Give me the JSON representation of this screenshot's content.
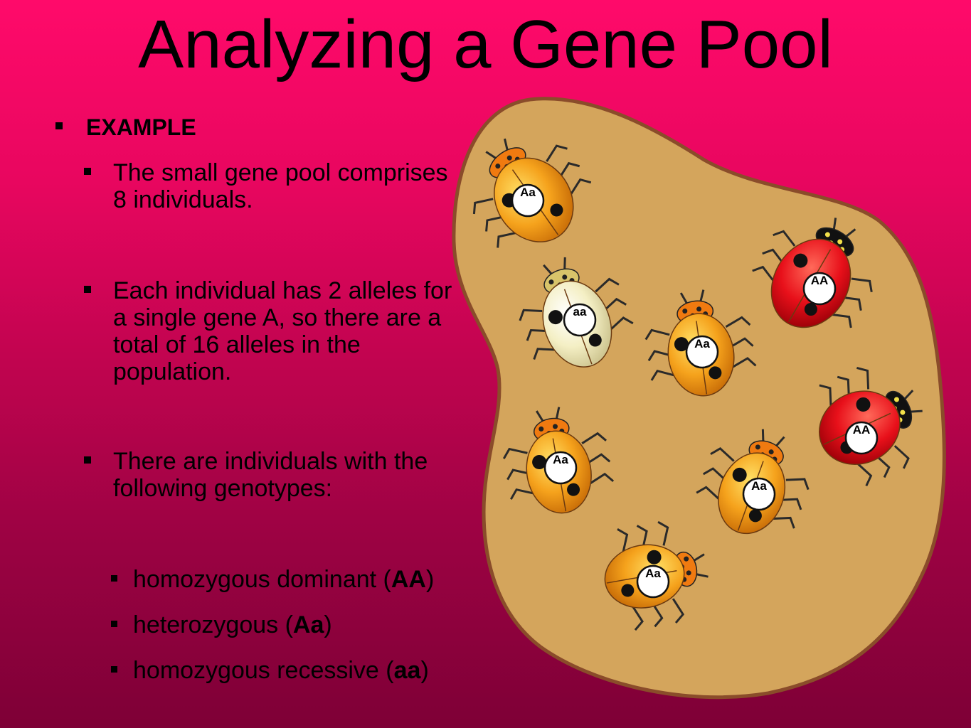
{
  "title": "Analyzing a Gene Pool",
  "example_heading": "EXAMPLE",
  "bullets": [
    "The small gene pool comprises 8 individuals.",
    "Each individual has 2 alleles for a single gene A, so there are a total of 16 alleles in the population.",
    "There are individuals with the following genotypes:"
  ],
  "genotypes": [
    {
      "label": "homozygous dominant (",
      "code": "AA",
      "close": ")"
    },
    {
      "label": "heterozygous (",
      "code": "Aa",
      "close": ")"
    },
    {
      "label": "homozygous recessive (",
      "code": "aa",
      "close": ")"
    }
  ],
  "beetles": [
    {
      "genotype": "Aa",
      "color": "orange"
    },
    {
      "genotype": "AA",
      "color": "red"
    },
    {
      "genotype": "aa",
      "color": "white"
    },
    {
      "genotype": "Aa",
      "color": "orange"
    },
    {
      "genotype": "AA",
      "color": "red"
    },
    {
      "genotype": "Aa",
      "color": "orange"
    },
    {
      "genotype": "Aa",
      "color": "orange"
    },
    {
      "genotype": "Aa",
      "color": "orange"
    }
  ],
  "colors": {
    "background_top": "#ff0a6a",
    "background_bottom": "#7e0036",
    "pool_fill": "#d4a55c",
    "pool_stroke": "#8a4c2a",
    "red_beetle": "#e8101a",
    "orange_beetle": "#f5a21c",
    "white_beetle": "#f4efc4"
  }
}
